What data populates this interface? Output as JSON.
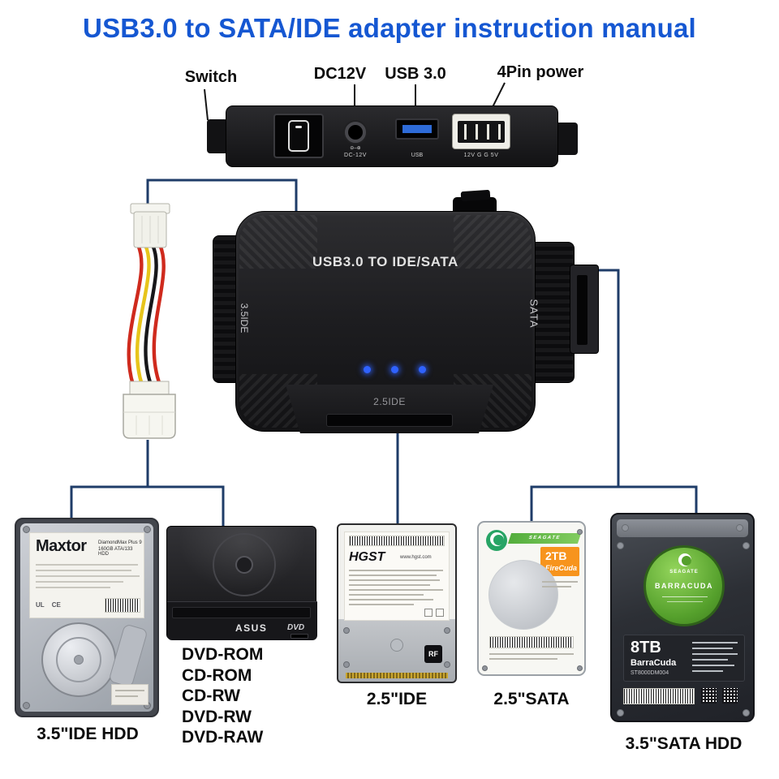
{
  "title": "USB3.0 to SATA/IDE adapter instruction manual",
  "colors": {
    "title_blue": "#1557d2",
    "connector_line": "#1f3c68",
    "usb_port_blue": "#2e6bd8",
    "led_blue": "#2f62ff",
    "seagate_green": "#55a02c",
    "firecuda_orange": "#f7941d"
  },
  "top_view": {
    "labels": {
      "switch": "Switch",
      "dc": "DC12V",
      "usb": "USB 3.0",
      "power4": "4Pin power"
    },
    "prints": {
      "polarity": "⊖–⊕",
      "dc": "DC-12V",
      "usb": "USB",
      "pins": "12V G G 5V"
    }
  },
  "adapter": {
    "name": "USB3.0 TO IDE/SATA",
    "port_left": "3.5IDE",
    "port_right": "SATA",
    "port_bottom": "2.5IDE"
  },
  "devices": {
    "ide_hdd": {
      "brand": "Maxtor",
      "sub1": "DiamondMax Plus 9",
      "sub2": "160GB ATA/133 HDD",
      "certs": [
        "UL",
        "CE"
      ],
      "caption": "3.5\"IDE HDD"
    },
    "dvd": {
      "brand": "ASUS",
      "badge": "DVD",
      "caption_lines": [
        "DVD-ROM",
        "CD-ROM",
        "CD-RW",
        "DVD-RW",
        "DVD-RAW"
      ]
    },
    "ide_25": {
      "brand": "HGST",
      "site": "www.hgst.com",
      "tag": "RF",
      "caption": "2.5\"IDE"
    },
    "sata_25": {
      "brand": "SEAGATE",
      "capacity": "2TB",
      "model": "FireCuda",
      "caption": "2.5\"SATA"
    },
    "sata_35": {
      "brand": "SEAGATE",
      "logo_arc": "BARRACUDA",
      "capacity": "8TB",
      "model": "BarraCuda",
      "model_no": "ST8000DM004",
      "caption": "3.5\"SATA HDD"
    }
  }
}
